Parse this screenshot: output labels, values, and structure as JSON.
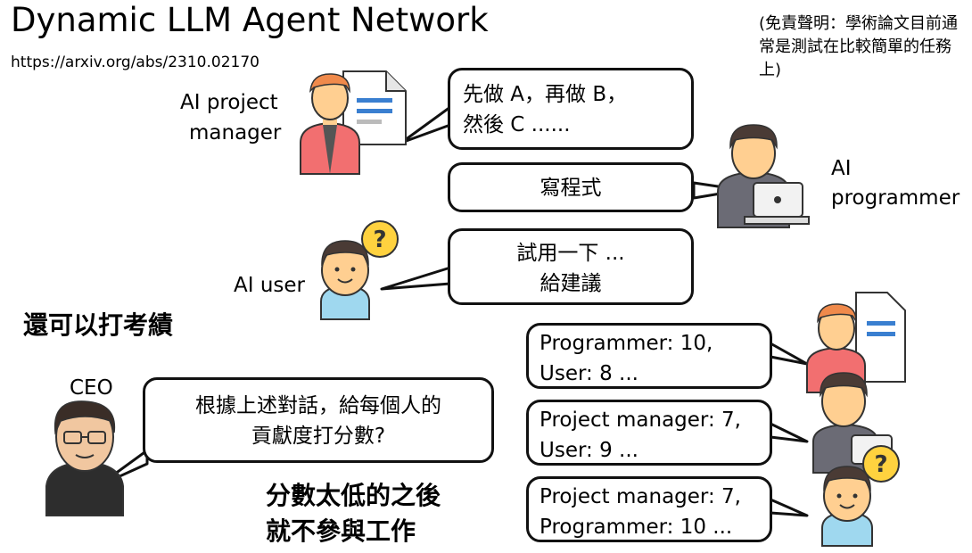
{
  "title": "Dynamic LLM Agent Network",
  "source_url": "https://arxiv.org/abs/2310.02170",
  "disclaimer": "(免責聲明：學術論文目前通常是測試在比較簡單的任務上)",
  "roles": {
    "project_manager": {
      "line1": "AI project",
      "line2": "manager"
    },
    "programmer": {
      "line1": "AI",
      "line2": "programmer"
    },
    "user": "AI user",
    "ceo": "CEO"
  },
  "bubbles": {
    "pm_speech": {
      "line1": "先做 A，再做 B，",
      "line2": "然後 C ......"
    },
    "programmer_speech": "寫程式",
    "user_speech": {
      "line1": "試用一下 ...",
      "line2": "給建議"
    },
    "ceo_speech": {
      "line1": "根據上述對話，給每個人的",
      "line2": "貢獻度打分數?"
    }
  },
  "scores": [
    {
      "line1": "Programmer: 10,",
      "line2": "User: 8 ..."
    },
    {
      "line1": "Project manager: 7,",
      "line2": "User: 9 ..."
    },
    {
      "line1": "Project manager: 7,",
      "line2": "Programmer: 10 ..."
    }
  ],
  "notes": {
    "evaluate": "還可以打考績",
    "low_score_line1": "分數太低的之後",
    "low_score_line2": "就不參與工作"
  },
  "colors": {
    "shirt_red": "#f26f70",
    "skin": "#ffcf91",
    "hair_orange": "#f08a4b",
    "hair_dark": "#4a3b35",
    "shirt_gray": "#6b6b75",
    "shirt_blue": "#9fd8ef",
    "question_yellow": "#ffd23f"
  }
}
